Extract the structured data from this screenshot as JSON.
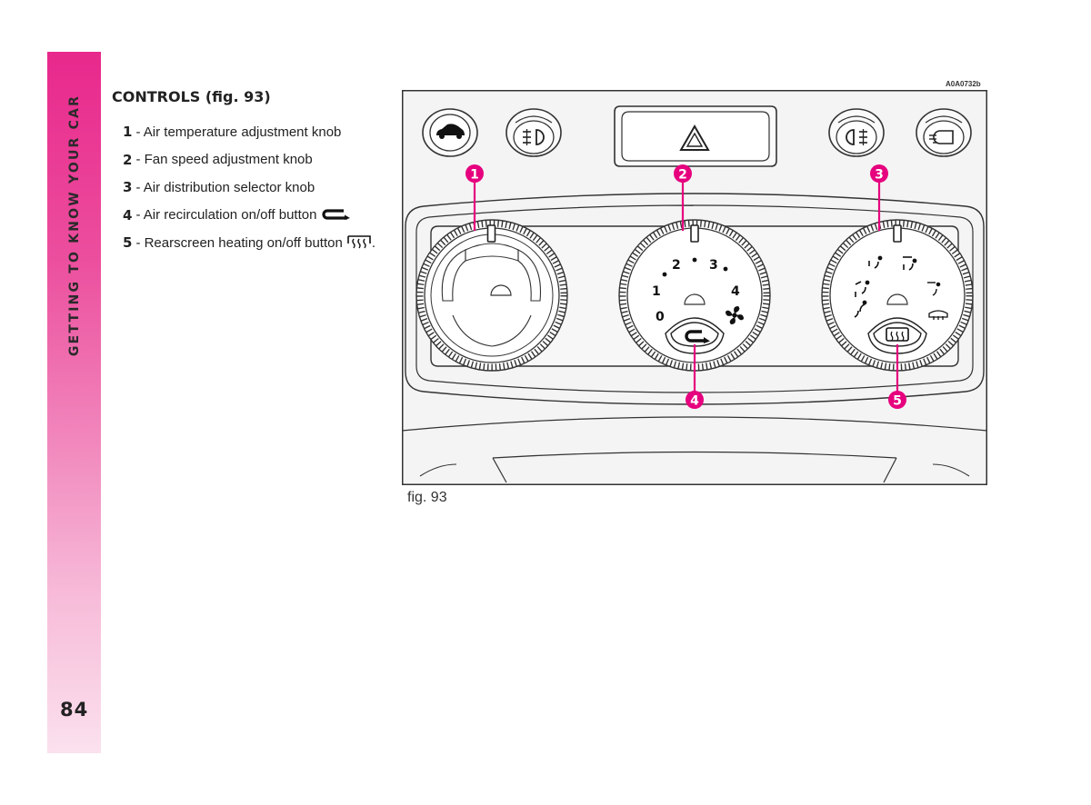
{
  "sidebar": {
    "section_title": "GETTING TO KNOW YOUR CAR",
    "page_number": "84"
  },
  "controls": {
    "title": "CONTROLS (fig. 93)",
    "items": [
      {
        "number": "1",
        "text": "- Air temperature adjustment knob"
      },
      {
        "number": "2",
        "text": "- Fan speed adjustment knob"
      },
      {
        "number": "3",
        "text": "- Air distribution selector knob"
      },
      {
        "number": "4",
        "text": "- Air recirculation on/off button",
        "icon": "recirculation-icon"
      },
      {
        "number": "5",
        "text": "- Rearscreen heating on/off button",
        "icon": "rear-defrost-icon",
        "suffix": "."
      }
    ]
  },
  "figure": {
    "code": "A0A0732b",
    "caption": "fig. 93",
    "callouts": [
      "1",
      "2",
      "3",
      "4",
      "5"
    ],
    "fan_scale": [
      "0",
      "1",
      "2",
      "3",
      "4"
    ]
  },
  "colors": {
    "accent": "#e6007e",
    "line": "#333333",
    "panel": "#f4f4f4"
  }
}
